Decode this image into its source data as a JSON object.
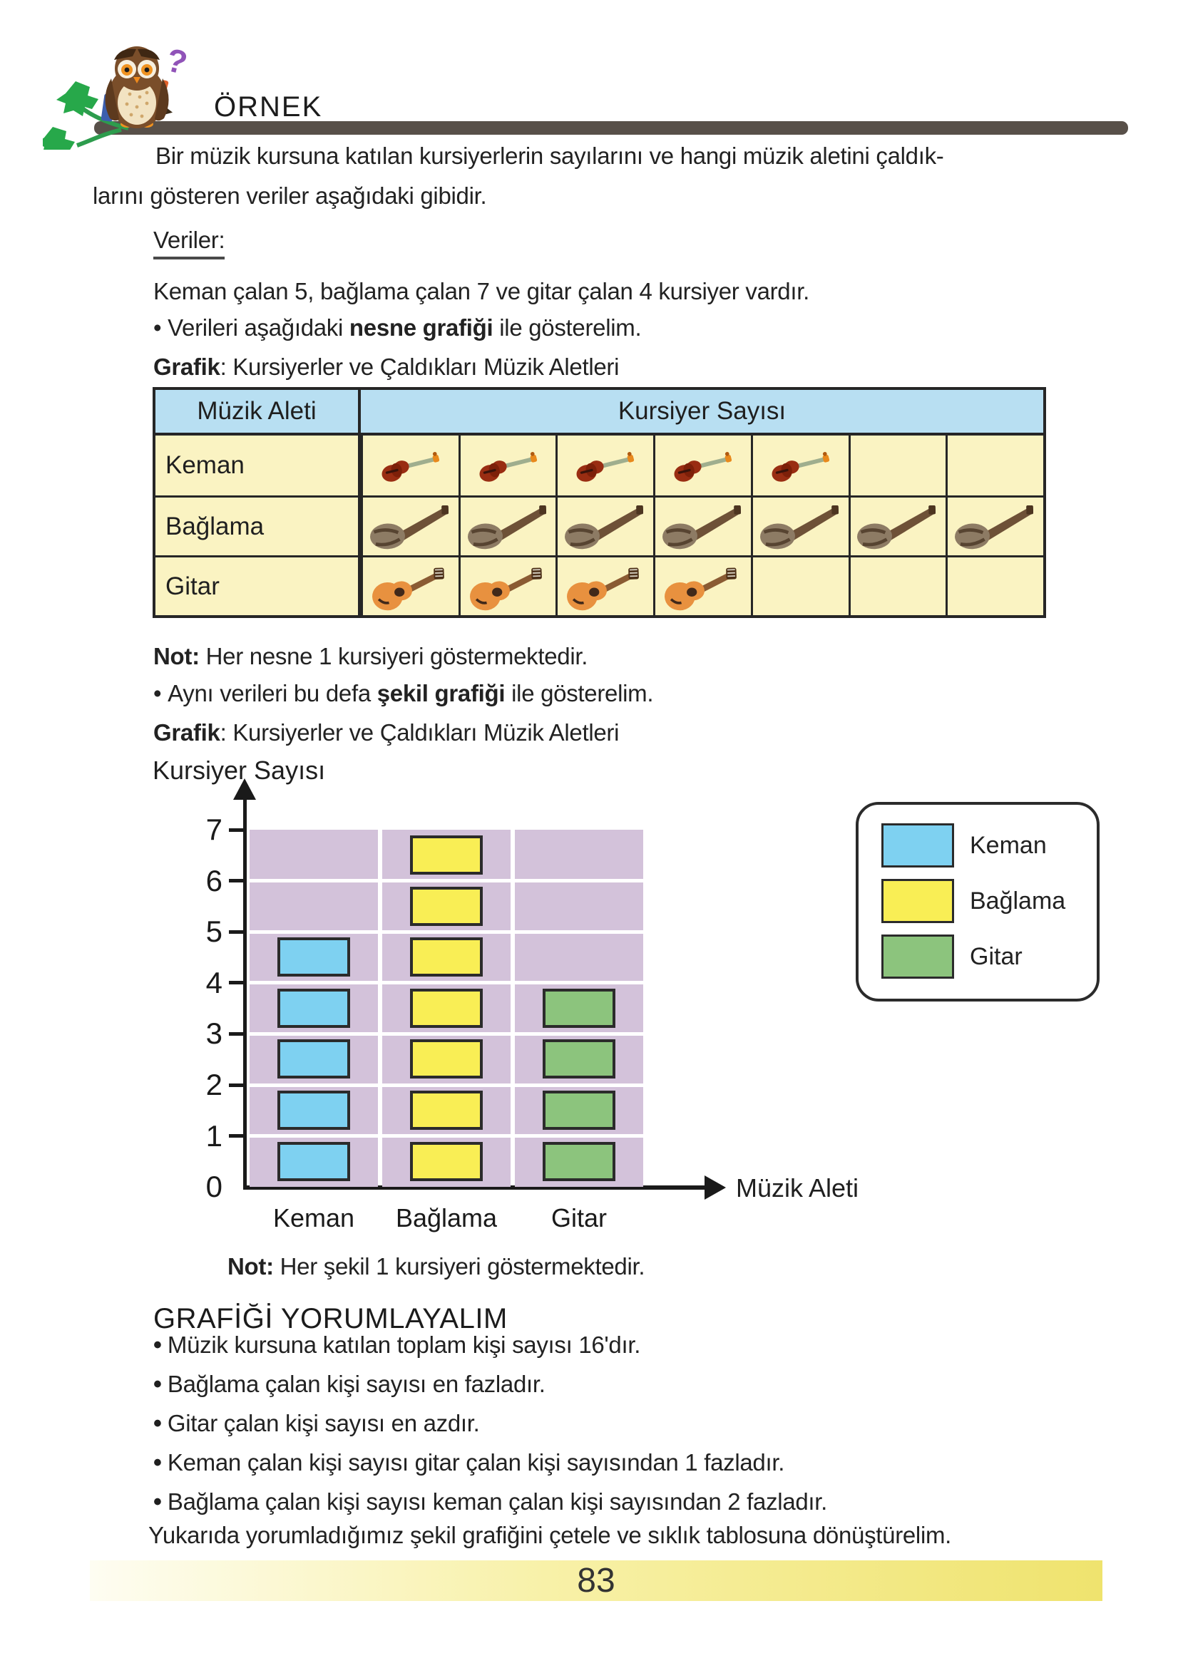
{
  "header": {
    "example_label": "ÖRNEK"
  },
  "intro": {
    "line1": "Bir müzik kursuna katılan kursiyerlerin sayılarını ve hangi müzik aletini çaldık-",
    "line2": "larını gösteren veriler aşağıdaki gibidir."
  },
  "veriler": {
    "label": "Veriler:",
    "data_line": "Keman çalan 5, bağlama çalan 7 ve gitar çalan 4 kursiyer vardır.",
    "bullet_pre": "Verileri aşağıdaki ",
    "bullet_bold": "nesne grafiği",
    "bullet_post": " ile gösterelim."
  },
  "object_graph": {
    "caption_bold": "Grafik",
    "caption_rest": ": Kursiyerler ve Çaldıkları Müzik Aletleri",
    "col1_header": "Müzik Aleti",
    "col2_header": "Kursiyer Sayısı",
    "columns": 7,
    "rows": [
      {
        "label": "Keman",
        "icon": "violin",
        "count": 5
      },
      {
        "label": "Bağlama",
        "icon": "baglama",
        "count": 7
      },
      {
        "label": "Gitar",
        "icon": "guitar",
        "count": 4
      }
    ],
    "note_bold": "Not:",
    "note_rest": " Her nesne 1 kursiyeri göstermektedir."
  },
  "shape_graph": {
    "bullet_pre": "Aynı verileri bu defa ",
    "bullet_bold": "şekil grafiği",
    "bullet_post": " ile gösterelim.",
    "caption_bold": "Grafik",
    "caption_rest": ": Kursiyerler ve Çaldıkları Müzik Aletleri",
    "note_bold": "Not:",
    "note_rest": " Her şekil 1 kursiyeri göstermektedir."
  },
  "chart_data": {
    "type": "bar",
    "title": "Kursiyerler ve Çaldıkları Müzik Aletleri",
    "categories": [
      "Keman",
      "Bağlama",
      "Gitar"
    ],
    "values": [
      5,
      7,
      4
    ],
    "colors": [
      "#7ed1f1",
      "#f9ee55",
      "#8cc47d"
    ],
    "xlabel": "Müzik Aleti",
    "ylabel": "Kursiyer Sayısı",
    "ylim": [
      0,
      7
    ],
    "yticks": [
      0,
      1,
      2,
      3,
      4,
      5,
      6,
      7
    ],
    "grid": "white horizontal lines on lavender background",
    "plot_bg": "#d3c2da",
    "unit": "her şekil 1 kursiyer",
    "legend_position": "top-right",
    "legend": [
      {
        "label": "Keman",
        "color": "#7ed1f1"
      },
      {
        "label": "Bağlama",
        "color": "#f9ee55"
      },
      {
        "label": "Gitar",
        "color": "#8cc47d"
      }
    ]
  },
  "interpret": {
    "heading": "GRAFİĞİ YORUMLAYALIM",
    "bullets": [
      "Müzik kursuna katılan toplam kişi sayısı 16'dır.",
      "Bağlama çalan kişi sayısı en fazladır.",
      "Gitar çalan kişi sayısı en azdır.",
      "Keman çalan kişi sayısı gitar çalan kişi sayısından 1 fazladır.",
      "Bağlama çalan kişi sayısı keman çalan kişi sayısından 2 fazladır."
    ],
    "closing": "Yukarıda yorumladığımız şekil grafiğini çetele ve sıklık tablosuna dönüştürelim."
  },
  "page": {
    "number": "83"
  },
  "colors": {
    "table_header_bg": "#b8dff2",
    "table_row_bg": "#faf3c2",
    "branch": "#585049",
    "footer_gradient_left": "#fefdf2",
    "footer_gradient_right": "#efe36e"
  }
}
